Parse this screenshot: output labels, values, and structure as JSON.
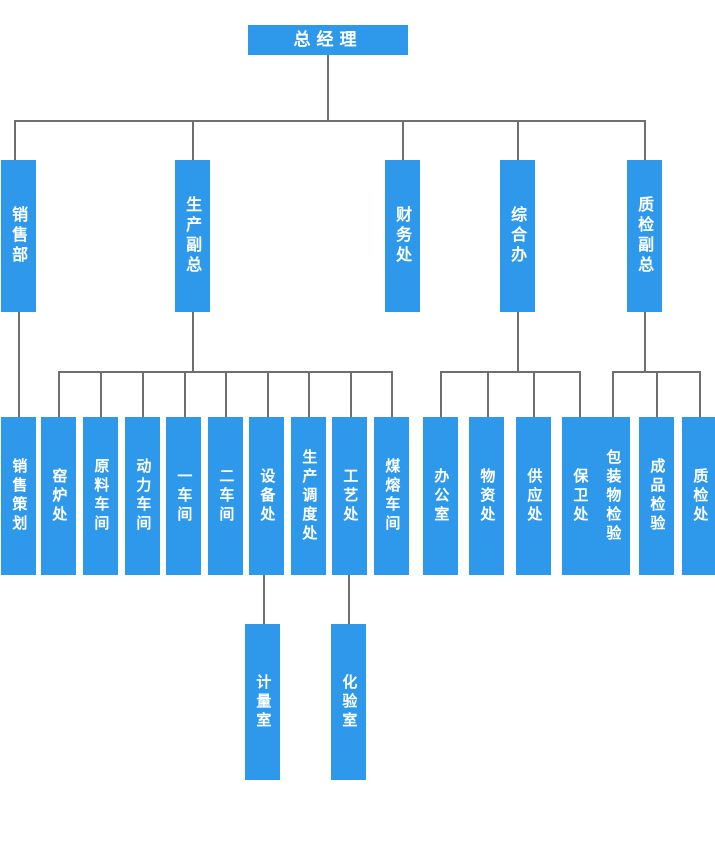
{
  "chart_title": "",
  "colors": {
    "node_fill": "#2e98ea",
    "node_text": "#ffffff",
    "connector": "#6f6f6f",
    "background": "#ffffff"
  },
  "org_chart": {
    "type": "tree",
    "orientation": "top-down",
    "text_direction": "vertical",
    "root": {
      "label": "总经理",
      "children": [
        {
          "label": "销售部",
          "children": [
            {
              "label": "销售策划"
            }
          ]
        },
        {
          "label": "生产副总",
          "children": [
            {
              "label": "窑炉处"
            },
            {
              "label": "原料车间"
            },
            {
              "label": "动力车间"
            },
            {
              "label": "一车间"
            },
            {
              "label": "二车间"
            },
            {
              "label": "设备处",
              "children": [
                {
                  "label": "计量室"
                }
              ]
            },
            {
              "label": "生产调度处"
            },
            {
              "label": "工艺处",
              "children": [
                {
                  "label": "化验室"
                }
              ]
            },
            {
              "label": "煤熔车间"
            }
          ]
        },
        {
          "label": "财务处",
          "children": []
        },
        {
          "label": "综合办",
          "children": [
            {
              "label": "办公室"
            },
            {
              "label": "物资处"
            },
            {
              "label": "供应处"
            },
            {
              "label": "保卫处"
            }
          ]
        },
        {
          "label": "质检副总",
          "children": [
            {
              "label": "包装物检验"
            },
            {
              "label": "成品检验"
            },
            {
              "label": "质检处"
            }
          ]
        }
      ]
    }
  },
  "nodes": {
    "root": {
      "label": "总经理"
    },
    "level2": [
      {
        "label": "销售部"
      },
      {
        "label": "生产副总"
      },
      {
        "label": "财务处"
      },
      {
        "label": "综合办"
      },
      {
        "label": "质检副总"
      }
    ],
    "level3": [
      {
        "label": "销售策划"
      },
      {
        "label": "窑炉处"
      },
      {
        "label": "原料车间"
      },
      {
        "label": "动力车间"
      },
      {
        "label": "一车间"
      },
      {
        "label": "二车间"
      },
      {
        "label": "设备处"
      },
      {
        "label": "生产调度处"
      },
      {
        "label": "工艺处"
      },
      {
        "label": "煤熔车间"
      },
      {
        "label": "办公室"
      },
      {
        "label": "物资处"
      },
      {
        "label": "供应处"
      },
      {
        "label": "保卫处"
      },
      {
        "label": "包装物检验"
      },
      {
        "label": "成品检验"
      },
      {
        "label": "质检处"
      }
    ],
    "level4": [
      {
        "label": "计量室"
      },
      {
        "label": "化验室"
      }
    ]
  }
}
